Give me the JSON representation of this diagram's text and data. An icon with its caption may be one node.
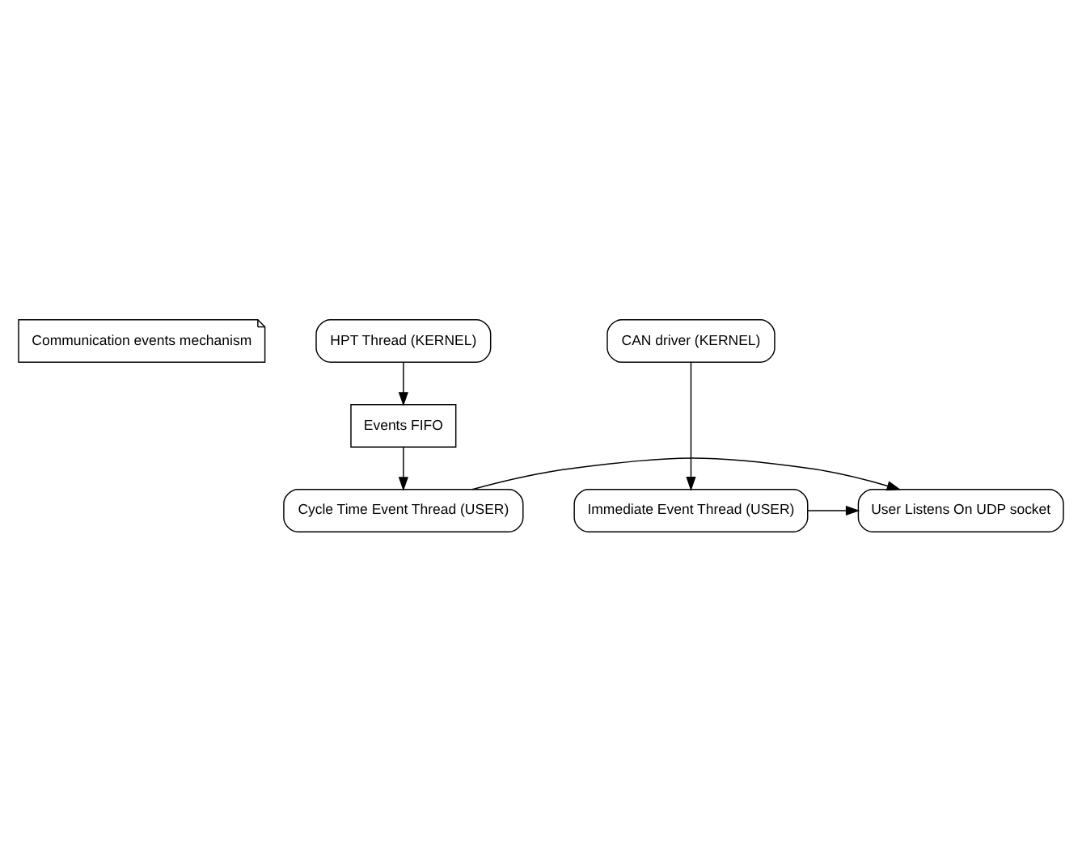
{
  "diagram": {
    "nodes": [
      {
        "text": [
          "Communication events mechanism"
        ]
      },
      {
        "text": [
          "HPT Thread (KERNEL)"
        ]
      },
      {
        "text": [
          "CAN driver (KERNEL)"
        ]
      },
      {
        "text": [
          "Events FIFO"
        ]
      },
      {
        "text": [
          "User Listens On UDP socket"
        ]
      },
      {
        "text": [
          "Cycle Time Event Thread (USER)"
        ]
      },
      {
        "text": [
          "Immediate Event Thread (USER)"
        ]
      }
    ],
    "edges": [
      {
        "from": 1,
        "to": 3,
        "arrow": "to"
      },
      {
        "from": 3,
        "to": 5,
        "arrow": "to"
      },
      {
        "from": 5,
        "to": 4,
        "arrow": "to"
      },
      {
        "from": 2,
        "to": 6,
        "arrow": "to"
      },
      {
        "from": 6,
        "to": 4,
        "arrow": "to"
      }
    ]
  }
}
